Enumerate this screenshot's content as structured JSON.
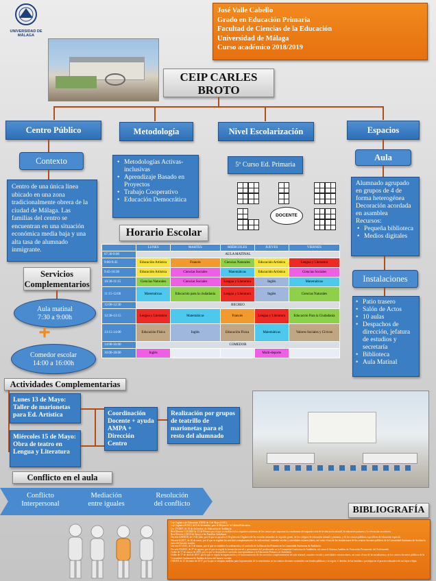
{
  "university": {
    "name": "UNIVERSIDAD DE MÁLAGA"
  },
  "author": {
    "name": "José Valle Cabello",
    "degree": "Grado en Educación Primaria",
    "faculty": "Facultad de Ciencias de la Educación",
    "university": "Universidad de Málaga",
    "course": "Curso académico 2018/2019"
  },
  "school": {
    "title_line1": "CEIP CARLES",
    "title_line2": "BROTO"
  },
  "categories": {
    "public": "Centro Público",
    "methodology": "Metodología",
    "level": "Nivel Escolarización",
    "spaces": "Espacios"
  },
  "context": {
    "title": "Contexto",
    "text": "Centro de una única línea ubicado en una zona tradicionalmente obrera de la ciudad de Málaga.  Las familias del centro se encuentran en una situación económica media baja y una alta tasa de alumnado inmigrante."
  },
  "methodology": {
    "items": [
      "Metodologías Activas-inclusivas",
      "Aprendizaje Basado en Proyectos",
      "Trabajo Cooperativo",
      "Educación Democrática"
    ]
  },
  "level": {
    "course": "5º Curso Ed. Primaria",
    "teacher_label": "DOCENTE"
  },
  "classroom": {
    "title": "Aula",
    "text_lines": [
      "Alumnado agrupado en grupos de 4 de forma heterogénea",
      "Decoración acordada en asamblea",
      "Recursos:"
    ],
    "resources": [
      "Pequeña biblioteca",
      "Medios digitales"
    ]
  },
  "facilities": {
    "title": "Instalaciones",
    "items": [
      "Patio trasero",
      "Salón de Actos",
      "10 aulas",
      "Despachos de dirección, jefatura de estudios y secretaría",
      "Biblioteca",
      "Aula Matinal"
    ]
  },
  "schedule": {
    "title": "Horario Escolar",
    "days": [
      "LUNES",
      "MARTES",
      "MIÉRCOLES",
      "JUEVES",
      "VIERNES"
    ],
    "rows": [
      {
        "time": "07:30-9:00",
        "span": "AULA MATINAL"
      },
      {
        "time": "9:00-9:45",
        "cells": [
          "Educación Artística",
          "Francés",
          "Ciencias Naturales",
          "Educación Artística",
          "Lengua y Literatura"
        ]
      },
      {
        "time": "9:45-10:30",
        "cells": [
          "Educación Artística",
          "Ciencias Sociales",
          "Matemáticas",
          "Educación Artística",
          "Ciencias Sociales"
        ]
      },
      {
        "time": "10:30-11:15",
        "cells": [
          "Ciencias Naturales",
          "Ciencias Sociales",
          "Lengua y Literatura",
          "Inglés",
          "Matemáticas"
        ]
      },
      {
        "time": "11:15-12:00",
        "cells": [
          "Matemáticas",
          "Educación para la ciudadanía",
          "Lengua y Literatura",
          "Inglés",
          "Ciencias Naturales"
        ]
      },
      {
        "time": "12:00-12:30",
        "span": "RECREO"
      },
      {
        "time": "12:30-13:15",
        "cells": [
          "Lengua y Literatura",
          "Matemáticas",
          "Francés",
          "Lengua y Literatura",
          "Educación Para la Ciudadanía"
        ]
      },
      {
        "time": "13:15-14:00",
        "cells": [
          "Educación Física",
          "Inglés",
          "Educación Física",
          "Matemáticas",
          "Valores Sociales y Cívicos"
        ]
      },
      {
        "time": "14:00-16:00",
        "span": "COMEDOR"
      },
      {
        "time": "16:00-18:00",
        "cells": [
          "Inglés",
          "",
          "",
          "Multi-deporte",
          ""
        ]
      }
    ]
  },
  "services": {
    "title_line1": "Servicios",
    "title_line2": "Complementarios",
    "morning": "Aula matinal\n7:30 a 9:00h",
    "lunch": "Comedor escolar\n14:00 a 16:00h",
    "plus": "+"
  },
  "activities": {
    "title": "Actividades Complementarias",
    "event1": "Lunes 13 de Mayo: Taller de marionetas para Ed. Artística",
    "event2": "Miércoles 15 de Mayo: Obra de teatro en Lengua y Literatura",
    "coordination": "Coordinación Docente + ayuda AMPA + Dirección Centro",
    "outcome": "Realización por grupos de teatrillo de marionetas para el resto del alumnado"
  },
  "conflict": {
    "title": "Conflicto en el aula",
    "steps": [
      "Conflicto\nInterpersonal",
      "Mediación\nentre iguales",
      "Resolución\ndel conflicto"
    ]
  },
  "bibliography": {
    "title": "BIBLIOGRAFÍA",
    "entries": [
      "Ley Orgánica de Educación 2/2006 de 3 de Mayo (LOE).",
      "Ley Orgánica 8/2013, de 9 de diciembre, para la Mejora de la Calidad Educativa.",
      "Ley 17/2007, de 10 de diciembre, de Educación de Andalucía.",
      "Real Decreto 132/2010 de 12 de Febrero por el que se establecen los requisitos mínimos de los centros que impartan las enseñanzas del segundo ciclo de la educación infantil, la educación primaria y la educación secundaria.",
      "Real Decreto 1/2010 de Apoyo a las Familias Andaluzas.",
      "Decreto 328/2010, de 13 de julio, por el que se aprueba el Reglamento Orgánico de las escuelas infantiles de segundo grado, de los colegios de educación infantil y primaria, y de los centros públicos específicos de educación especial.",
      "Decreto 6/2017, de 16 de enero, por el que se regulan los servicios complementarios de aula matinal, comedor escolar y actividades extraescolares, así como el uso de las instalaciones de los centros docentes públicos de la Comunidad Autónoma de Andalucía fuera del horario escolar.",
      "Decreto 97/2015, de 3 de marzo, por el que se establece la ordenación y el currículo de la Educación Primaria en la Comunidad Autónoma de Andalucía.",
      "Decreto 93/2013, de 27 de agosto, por el que se regula la formación inicial y permanente del profesorado en la Comunidad Autónoma de Andalucía, así como el Sistema Andaluz de Formación Permanente del Profesorado.",
      "Orden de 17 de marzo de 2015, por la que se desarrolla el currículo correspondiente a la Educación Primaria en Andalucía.",
      "Orden de 17 de abril de 2017, por la que se regula la organización y el funcionamiento de los servicios complementarios de aula matinal, comedor escolar y actividades extraescolares, así como el uso de las instalaciones de los centros docentes públicos de la Comunidad Autónoma de Andalucía fuera del horario escolar.",
      "ORDEN de 25 de enero de 2017, por la que se adoptan medidas para la promoción de la convivencia en los centros docentes sostenidos con fondos públicos y se regula el derecho de las familias a participar en el proceso educativo de sus hijos e hijas."
    ]
  },
  "colors": {
    "accent_orange": "#ef7d16",
    "accent_blue": "#3b7ec4",
    "connector": "#b14b17"
  }
}
